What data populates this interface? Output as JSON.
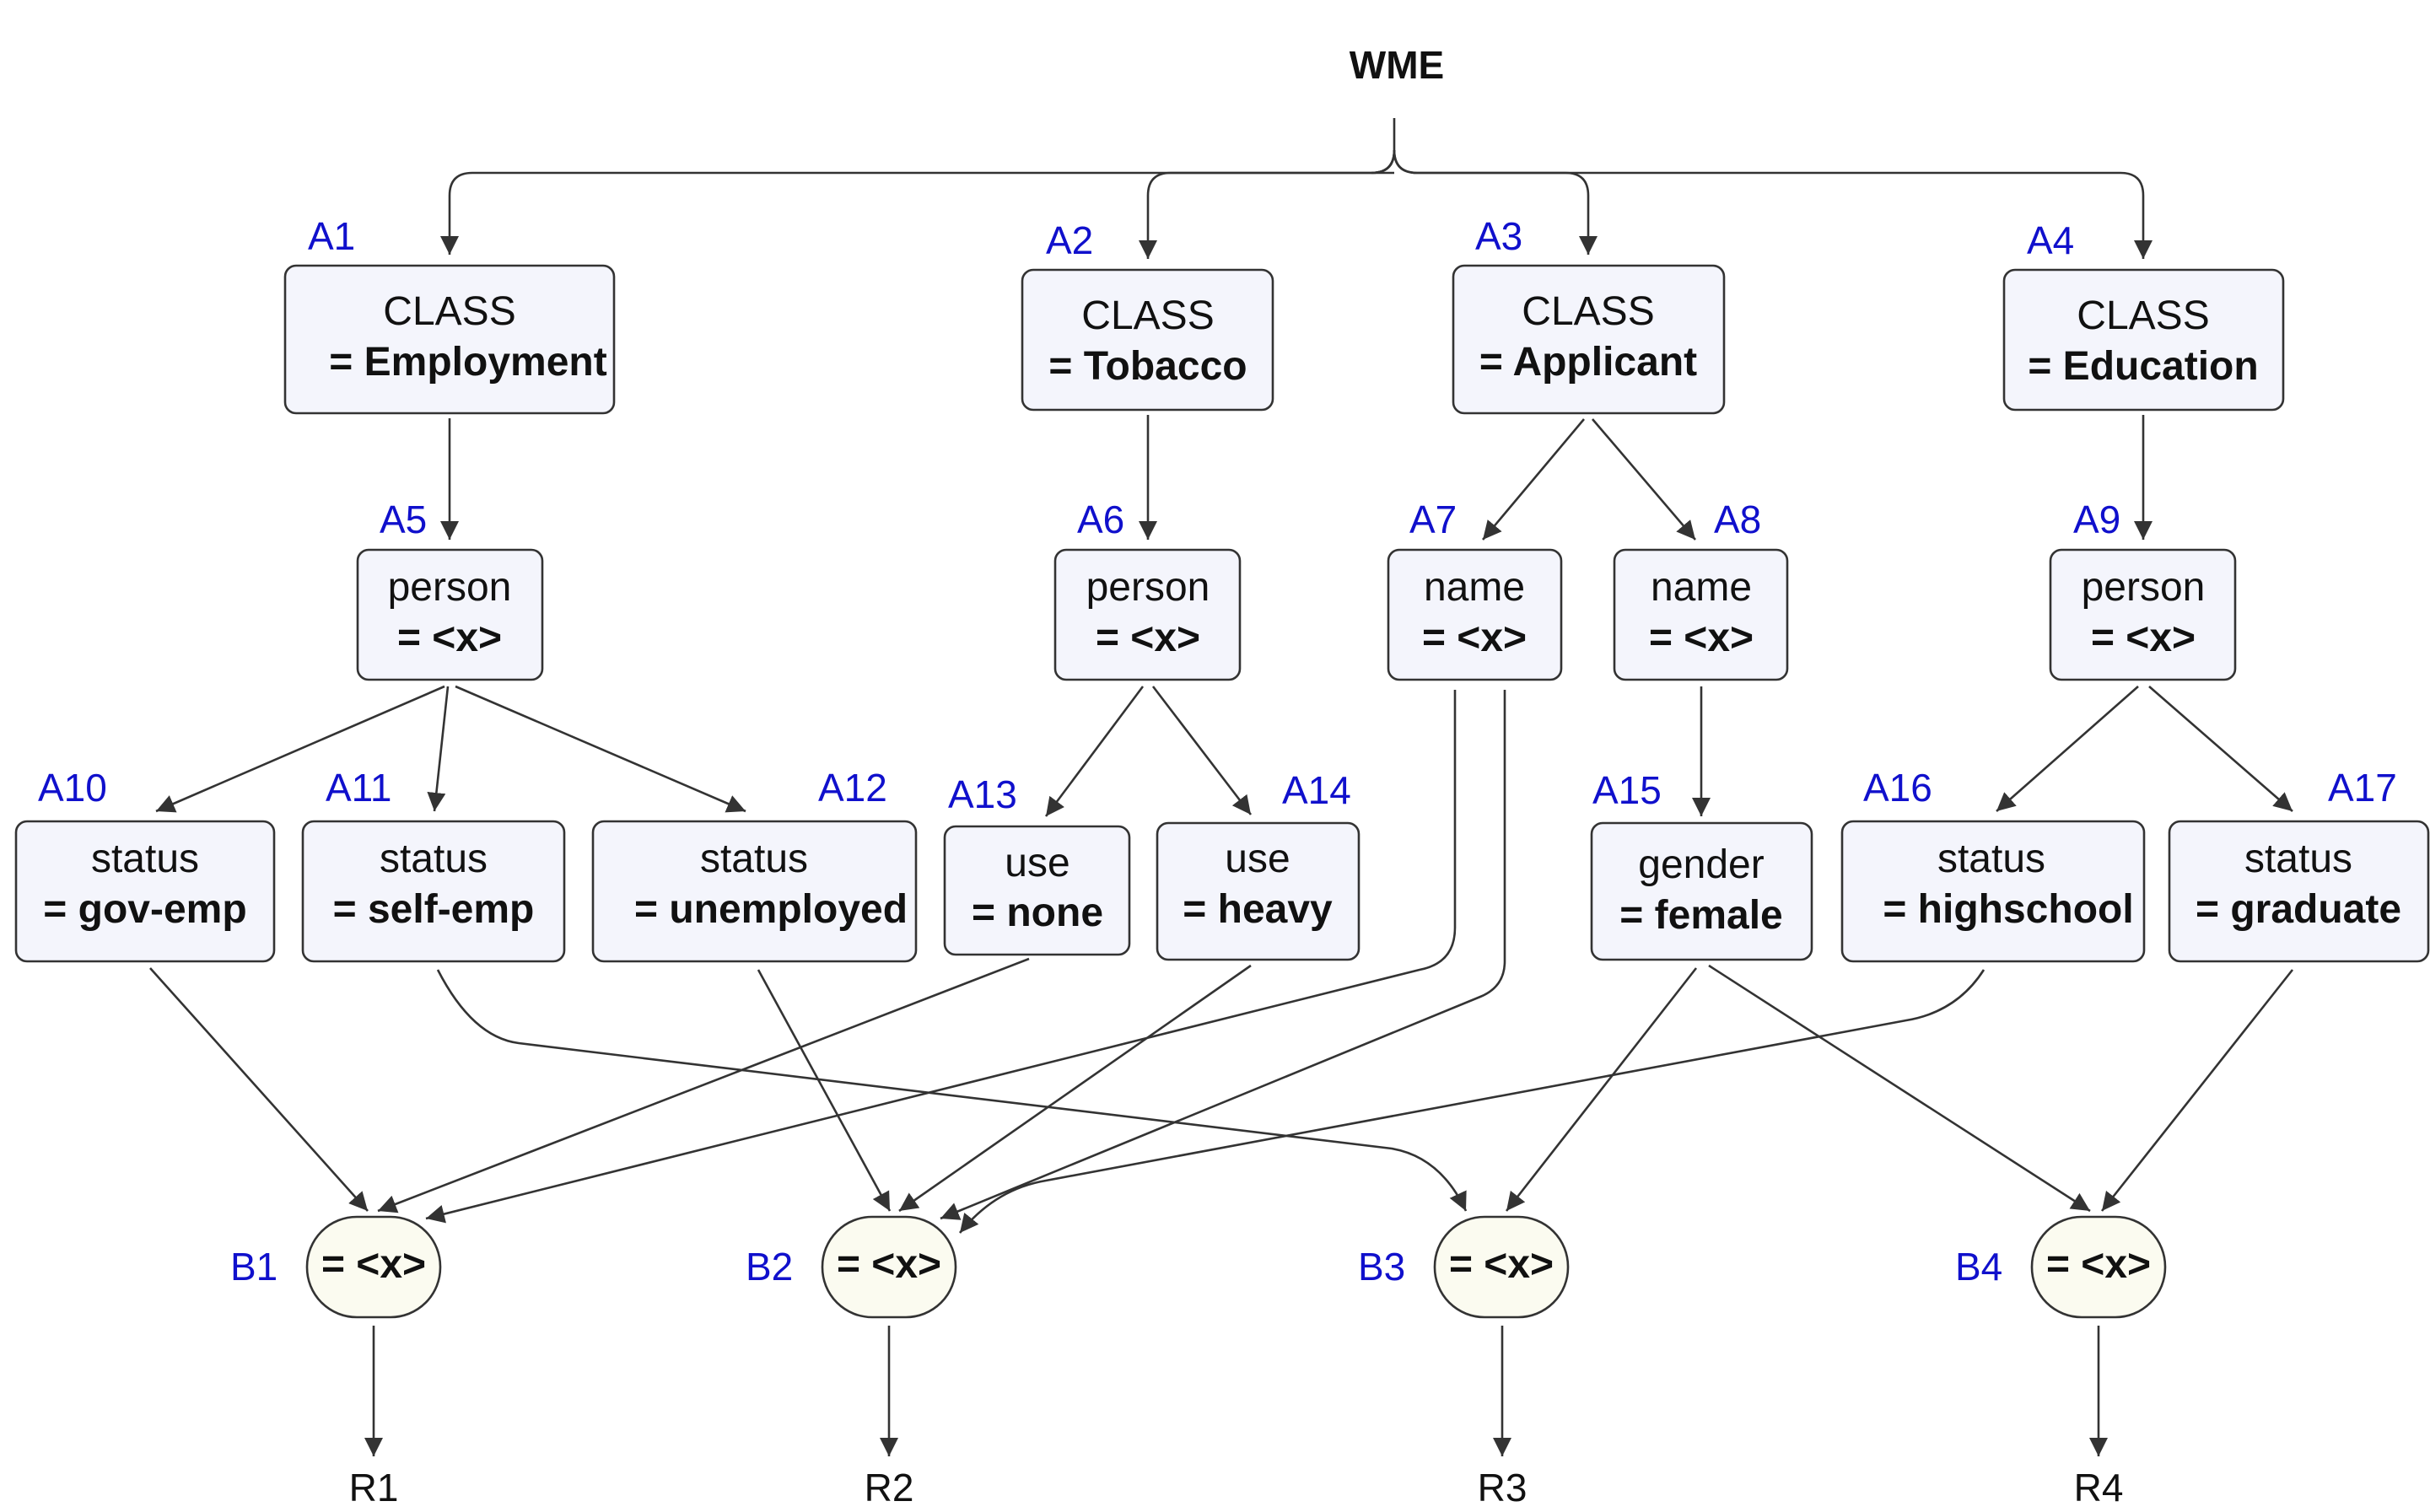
{
  "root": "WME",
  "colors": {
    "tag": "#1010cc",
    "line": "#333333",
    "alpha_fill": "#f4f5fc",
    "beta_fill": "#fbfbf0"
  },
  "alpha": {
    "A1": {
      "tag": "A1",
      "line1": "CLASS",
      "line2": "= Employment"
    },
    "A2": {
      "tag": "A2",
      "line1": "CLASS",
      "line2": "= Tobacco"
    },
    "A3": {
      "tag": "A3",
      "line1": "CLASS",
      "line2": "= Applicant"
    },
    "A4": {
      "tag": "A4",
      "line1": "CLASS",
      "line2": "= Education"
    },
    "A5": {
      "tag": "A5",
      "line1": "person",
      "line2": "= <x>"
    },
    "A6": {
      "tag": "A6",
      "line1": "person",
      "line2": "= <x>"
    },
    "A7": {
      "tag": "A7",
      "line1": "name",
      "line2": "= <x>"
    },
    "A8": {
      "tag": "A8",
      "line1": "name",
      "line2": "= <x>"
    },
    "A9": {
      "tag": "A9",
      "line1": "person",
      "line2": "= <x>"
    },
    "A10": {
      "tag": "A10",
      "line1": "status",
      "line2": "= gov-emp"
    },
    "A11": {
      "tag": "A11",
      "line1": "status",
      "line2": "= self-emp"
    },
    "A12": {
      "tag": "A12",
      "line1": "status",
      "line2": "= unemployed"
    },
    "A13": {
      "tag": "A13",
      "line1": "use",
      "line2": "= none"
    },
    "A14": {
      "tag": "A14",
      "line1": "use",
      "line2": "= heavy"
    },
    "A15": {
      "tag": "A15",
      "line1": "gender",
      "line2": "= female"
    },
    "A16": {
      "tag": "A16",
      "line1": "status",
      "line2": "= highschool"
    },
    "A17": {
      "tag": "A17",
      "line1": "status",
      "line2": "= graduate"
    }
  },
  "beta": {
    "B1": {
      "tag": "B1",
      "label": "= <x>"
    },
    "B2": {
      "tag": "B2",
      "label": "= <x>"
    },
    "B3": {
      "tag": "B3",
      "label": "= <x>"
    },
    "B4": {
      "tag": "B4",
      "label": "= <x>"
    }
  },
  "rules": {
    "R1": "R1",
    "R2": "R2",
    "R3": "R3",
    "R4": "R4"
  }
}
